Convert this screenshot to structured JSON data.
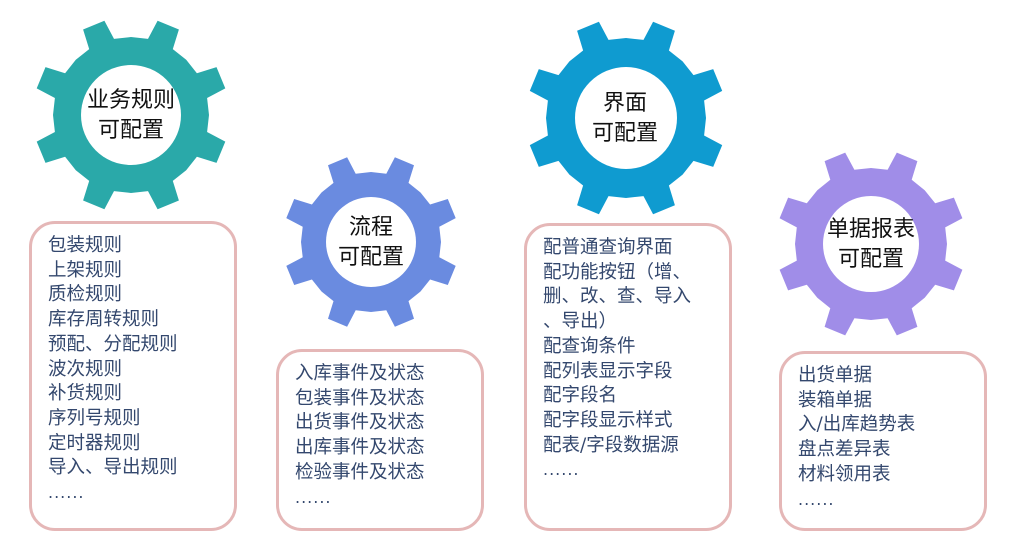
{
  "gears": [
    {
      "id": "business",
      "title": [
        "业务规则",
        "可配置"
      ],
      "color": "#2aa9a9"
    },
    {
      "id": "process",
      "title": [
        "流程",
        "可配置"
      ],
      "color": "#6a8be0"
    },
    {
      "id": "ui",
      "title": [
        "界面",
        "可配置"
      ],
      "color": "#0f9bd0"
    },
    {
      "id": "reports",
      "title": [
        "单据报表",
        "可配置"
      ],
      "color": "#a08de8"
    }
  ],
  "boxes": [
    {
      "items": [
        "包装规则",
        "上架规则",
        "质检规则",
        "库存周转规则",
        "预配、分配规则",
        "波次规则",
        "补货规则",
        "序列号规则",
        "定时器规则",
        "导入、导出规则"
      ],
      "more": "......"
    },
    {
      "items": [
        "入库事件及状态",
        "包装事件及状态",
        "出货事件及状态",
        "出库事件及状态",
        "检验事件及状态"
      ],
      "more": "......"
    },
    {
      "items": [
        "配普通查询界面",
        "配功能按钮（增、",
        "删、改、查、导入",
        "、导出）",
        "配查询条件",
        "配列表显示字段",
        "配字段名",
        "配字段显示样式",
        "配表/字段数据源"
      ],
      "more": "......"
    },
    {
      "items": [
        "出货单据",
        "装箱单据",
        "入/出库趋势表",
        "盘点差异表",
        "材料领用表"
      ],
      "more": "......"
    }
  ]
}
